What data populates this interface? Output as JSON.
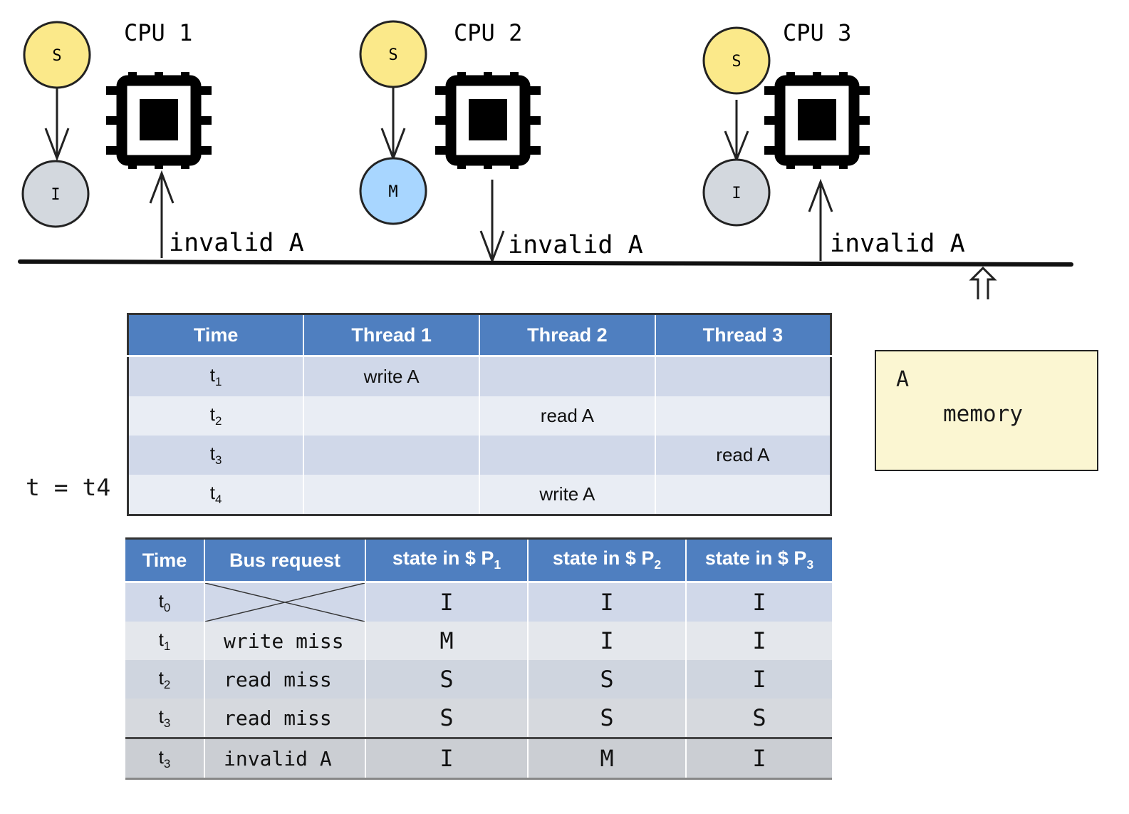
{
  "cpus": [
    {
      "label": "CPU 1",
      "state_before": "S",
      "state_after": "I",
      "after_color": "#d3d8de",
      "arrow_direction": "up",
      "bus_label": "invalid A"
    },
    {
      "label": "CPU 2",
      "state_before": "S",
      "state_after": "M",
      "after_color": "#a8d6ff",
      "arrow_direction": "down",
      "bus_label": "invalid A"
    },
    {
      "label": "CPU 3",
      "state_before": "S",
      "state_after": "I",
      "after_color": "#d3d8de",
      "arrow_direction": "up",
      "bus_label": "invalid A"
    }
  ],
  "colors": {
    "shared_state": "#fbe98a",
    "header_blue": "#4f7fc0",
    "memory_fill": "#fbf6d2"
  },
  "memory": {
    "address": "A",
    "label": "memory"
  },
  "current_time": "t = t4",
  "threads_table": {
    "headers": [
      "Time",
      "Thread 1",
      "Thread 2",
      "Thread 3"
    ],
    "rows": [
      {
        "time": "t",
        "sub": "1",
        "t1": "write A",
        "t2": "",
        "t3": ""
      },
      {
        "time": "t",
        "sub": "2",
        "t1": "",
        "t2": "read A",
        "t3": ""
      },
      {
        "time": "t",
        "sub": "3",
        "t1": "",
        "t2": "",
        "t3": "read A"
      },
      {
        "time": "t",
        "sub": "4",
        "t1": "",
        "t2": "write A",
        "t3": ""
      }
    ]
  },
  "bus_table": {
    "headers": {
      "time": "Time",
      "bus": "Bus request",
      "p1": "state in $ P",
      "p1_sub": "1",
      "p2": "state in $ P",
      "p2_sub": "2",
      "p3": "state in $ P",
      "p3_sub": "3"
    },
    "rows": [
      {
        "time": "t",
        "sub": "0",
        "request": "",
        "p1": "I",
        "p2": "I",
        "p3": "I"
      },
      {
        "time": "t",
        "sub": "1",
        "request": "write miss",
        "p1": "M",
        "p2": "I",
        "p3": "I"
      },
      {
        "time": "t",
        "sub": "2",
        "request": "read miss",
        "p1": "S",
        "p2": "S",
        "p3": "I"
      },
      {
        "time": "t",
        "sub": "3",
        "request": "read miss",
        "p1": "S",
        "p2": "S",
        "p3": "S"
      },
      {
        "time": "t",
        "sub": "3",
        "request": "invalid A",
        "p1": "I",
        "p2": "M",
        "p3": "I"
      }
    ]
  }
}
